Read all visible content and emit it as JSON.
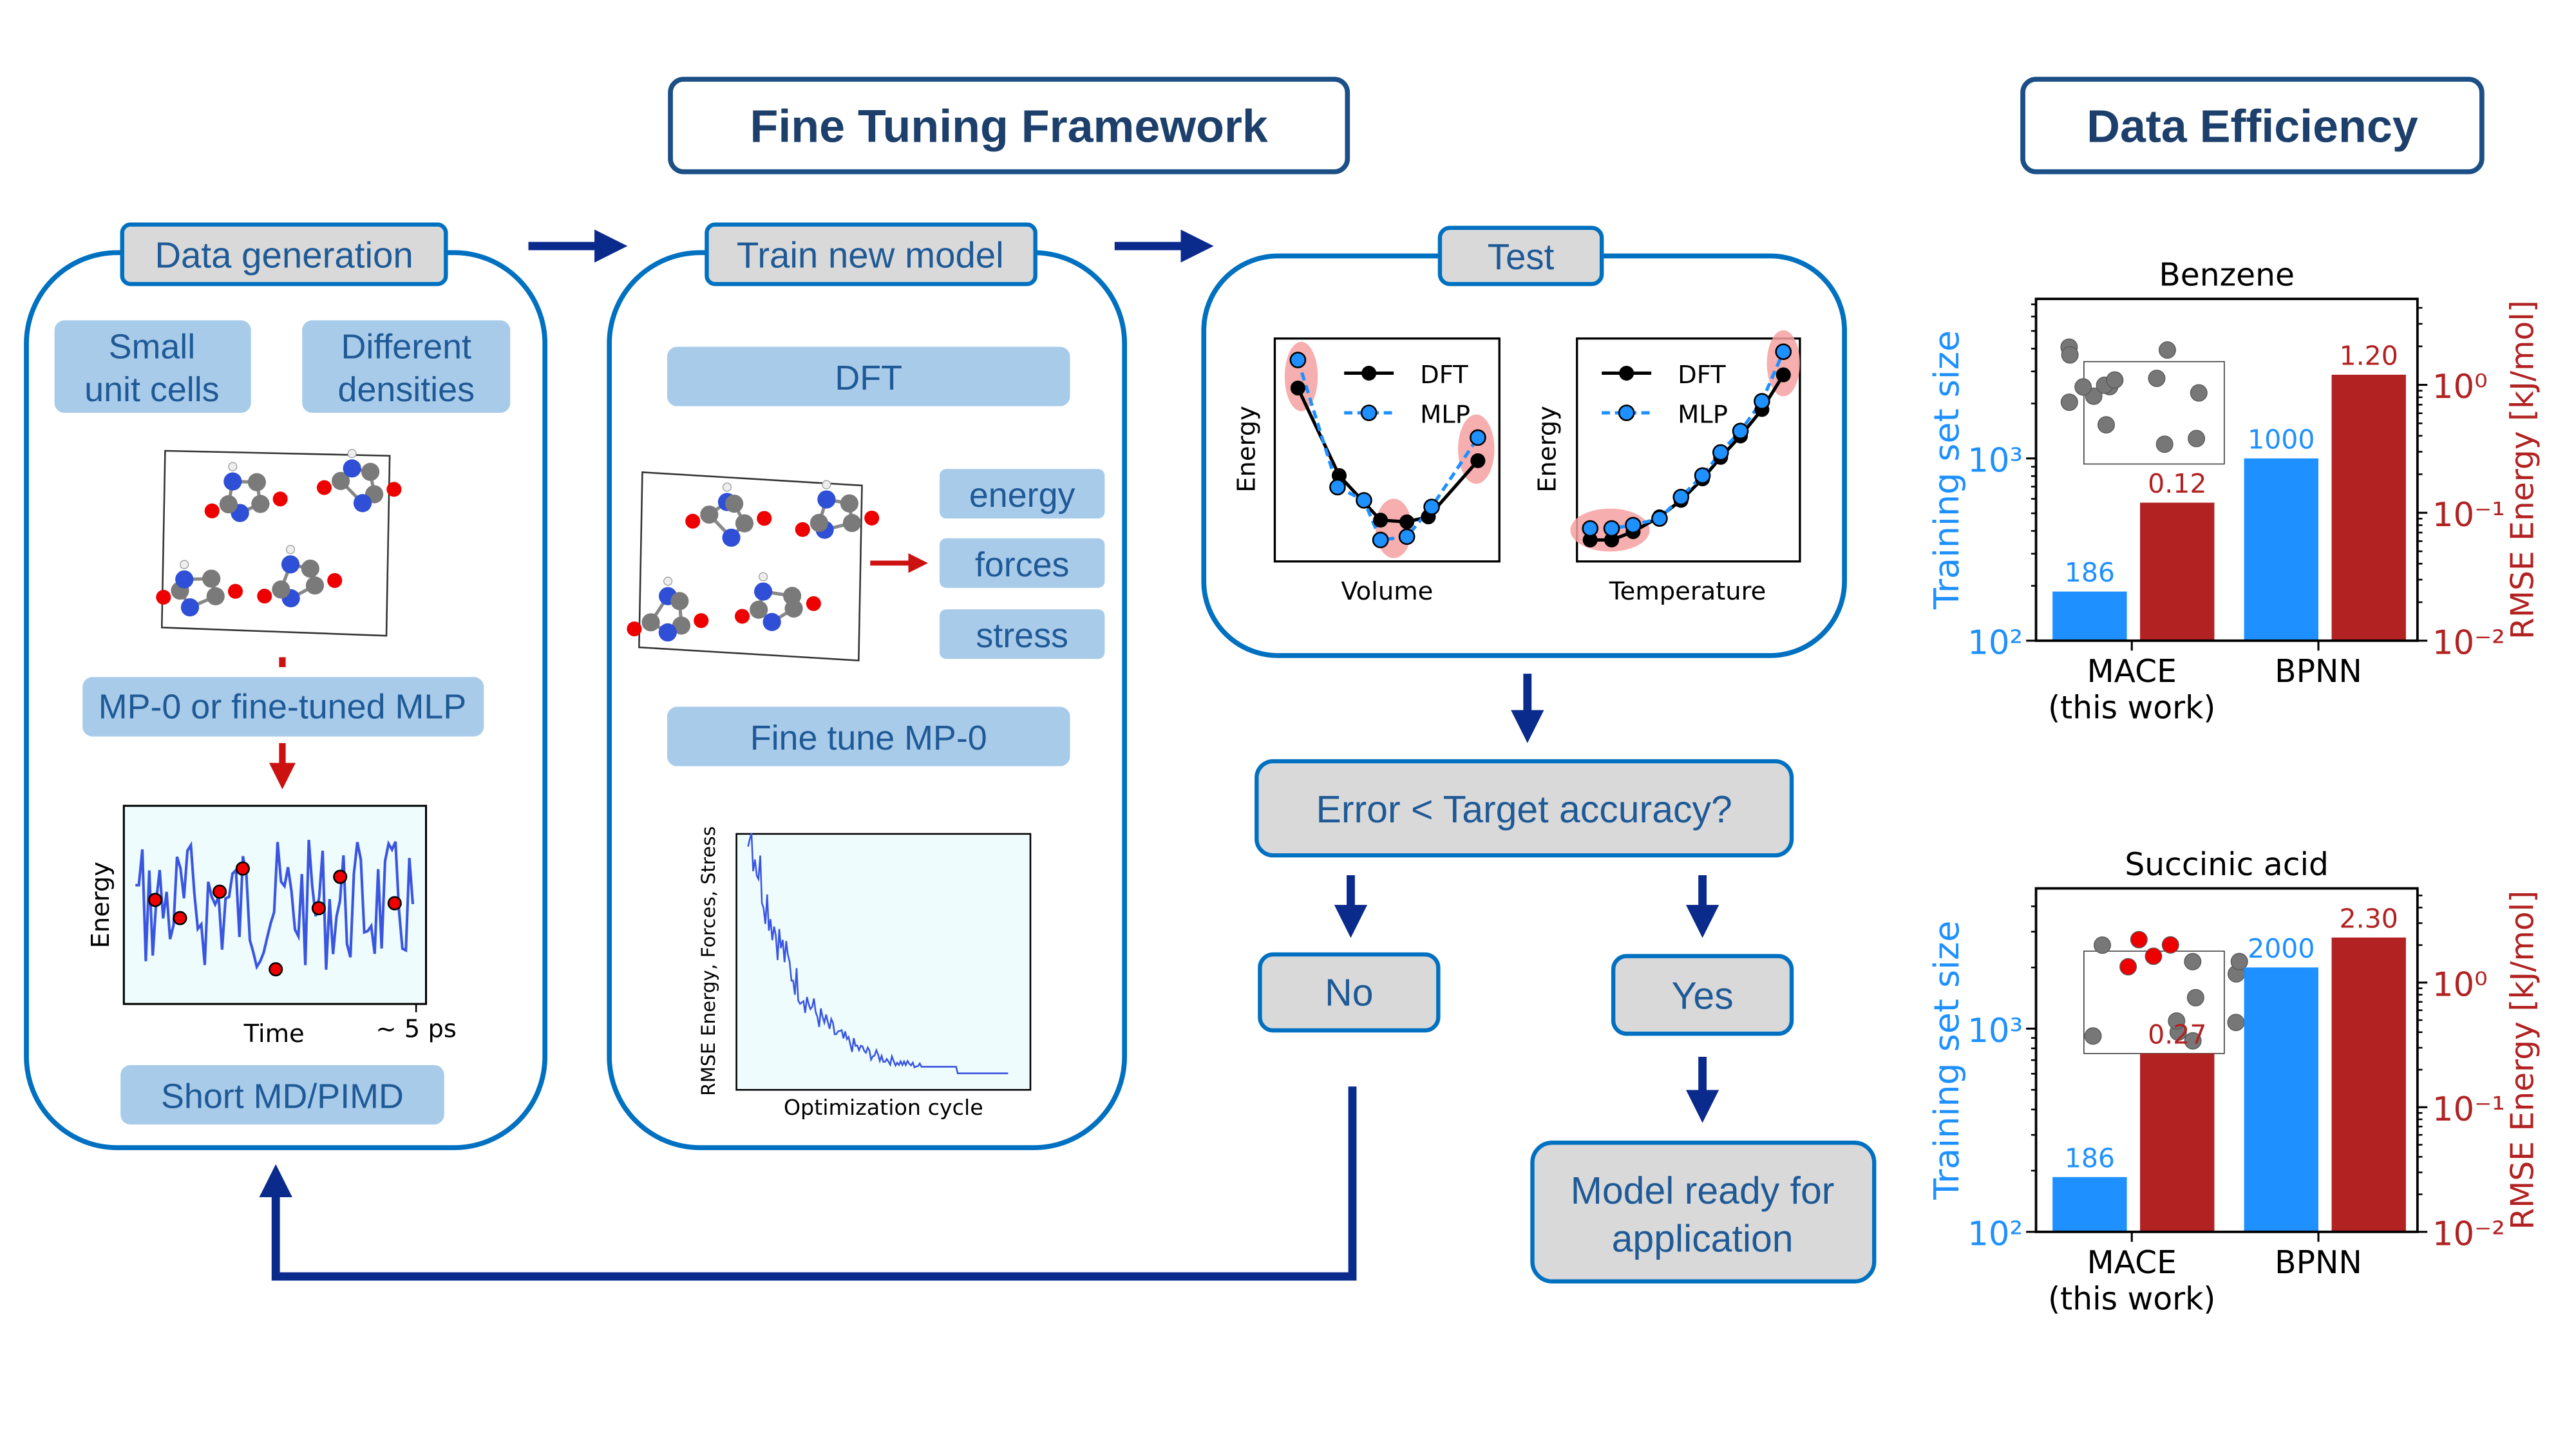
{
  "header": {
    "framework_title": "Fine Tuning Framework",
    "efficiency_title": "Data Efficiency"
  },
  "colors": {
    "panel_border": "#0070c0",
    "tab_fill": "#d9d9d9",
    "box_fill": "#a9cbea",
    "box_text": "#1f5a96",
    "flow_arrow": "#0a2a8c",
    "red_arrow": "#cc1111",
    "training_set": "#1e90ff",
    "rmse": "#b22222"
  },
  "data_generation": {
    "tab": "Data generation",
    "small_cells": [
      "Small",
      "unit cells"
    ],
    "densities": [
      "Different",
      "densities"
    ],
    "model_box": "MP-0 or fine-tuned MLP",
    "md_plot": {
      "ylabel": "Energy",
      "xlabel": "Time",
      "x_end_label": "~ 5 ps"
    },
    "md_box": "Short MD/PIMD"
  },
  "train": {
    "tab": "Train new model",
    "dft_box": "DFT",
    "outputs": [
      "energy",
      "forces",
      "stress"
    ],
    "finetune_box": "Fine tune MP-0",
    "loss_plot": {
      "ylabel": "RMSE Energy, Forces, Stress",
      "xlabel": "Optimization cycle"
    }
  },
  "test": {
    "tab": "Test",
    "volume_plot": {
      "ylabel": "Energy",
      "xlabel": "Volume",
      "legend": [
        "DFT",
        "MLP"
      ]
    },
    "temperature_plot": {
      "ylabel": "Energy",
      "xlabel": "Temperature",
      "legend": [
        "DFT",
        "MLP"
      ]
    }
  },
  "decision": {
    "question": "Error < Target accuracy?",
    "no": "No",
    "yes": "Yes",
    "ready": [
      "Model ready for",
      "application"
    ]
  },
  "chart_data": [
    {
      "type": "bar",
      "title": "Benzene",
      "categories": [
        "MACE\n(this work)",
        "BPNN"
      ],
      "category_lines": [
        [
          "MACE",
          "(this work)"
        ],
        [
          "BPNN"
        ]
      ],
      "left_axis": {
        "label": "Training set size",
        "scale": "log",
        "ylim": [
          100,
          7500
        ],
        "ticks": [
          "10²",
          "10³"
        ],
        "color": "#1e90ff"
      },
      "right_axis": {
        "label": "RMSE Energy [kJ/mol]",
        "scale": "log",
        "ylim": [
          0.01,
          4.7
        ],
        "ticks": [
          "10⁻²",
          "10⁻¹",
          "10⁰"
        ],
        "color": "#b22222"
      },
      "series": [
        {
          "axis": "left",
          "values": [
            186,
            1000
          ],
          "labels": [
            "186",
            "1000"
          ]
        },
        {
          "axis": "right",
          "values": [
            0.12,
            1.2
          ],
          "labels": [
            "0.12",
            "1.20"
          ]
        }
      ],
      "grid": false
    },
    {
      "type": "bar",
      "title": "Succinic acid",
      "categories": [
        "MACE\n(this work)",
        "BPNN"
      ],
      "category_lines": [
        [
          "MACE",
          "(this work)"
        ],
        [
          "BPNN"
        ]
      ],
      "left_axis": {
        "label": "Training set size",
        "scale": "log",
        "ylim": [
          100,
          4900
        ],
        "ticks": [
          "10²",
          "10³"
        ],
        "color": "#1e90ff"
      },
      "right_axis": {
        "label": "RMSE Energy [kJ/mol]",
        "scale": "log",
        "ylim": [
          0.01,
          5.7
        ],
        "ticks": [
          "10⁻²",
          "10⁻¹",
          "10⁰"
        ],
        "color": "#b22222"
      },
      "series": [
        {
          "axis": "left",
          "values": [
            186,
            2000
          ],
          "labels": [
            "186",
            "2000"
          ]
        },
        {
          "axis": "right",
          "values": [
            0.27,
            2.3
          ],
          "labels": [
            "0.27",
            "2.30"
          ]
        }
      ],
      "grid": false
    }
  ]
}
